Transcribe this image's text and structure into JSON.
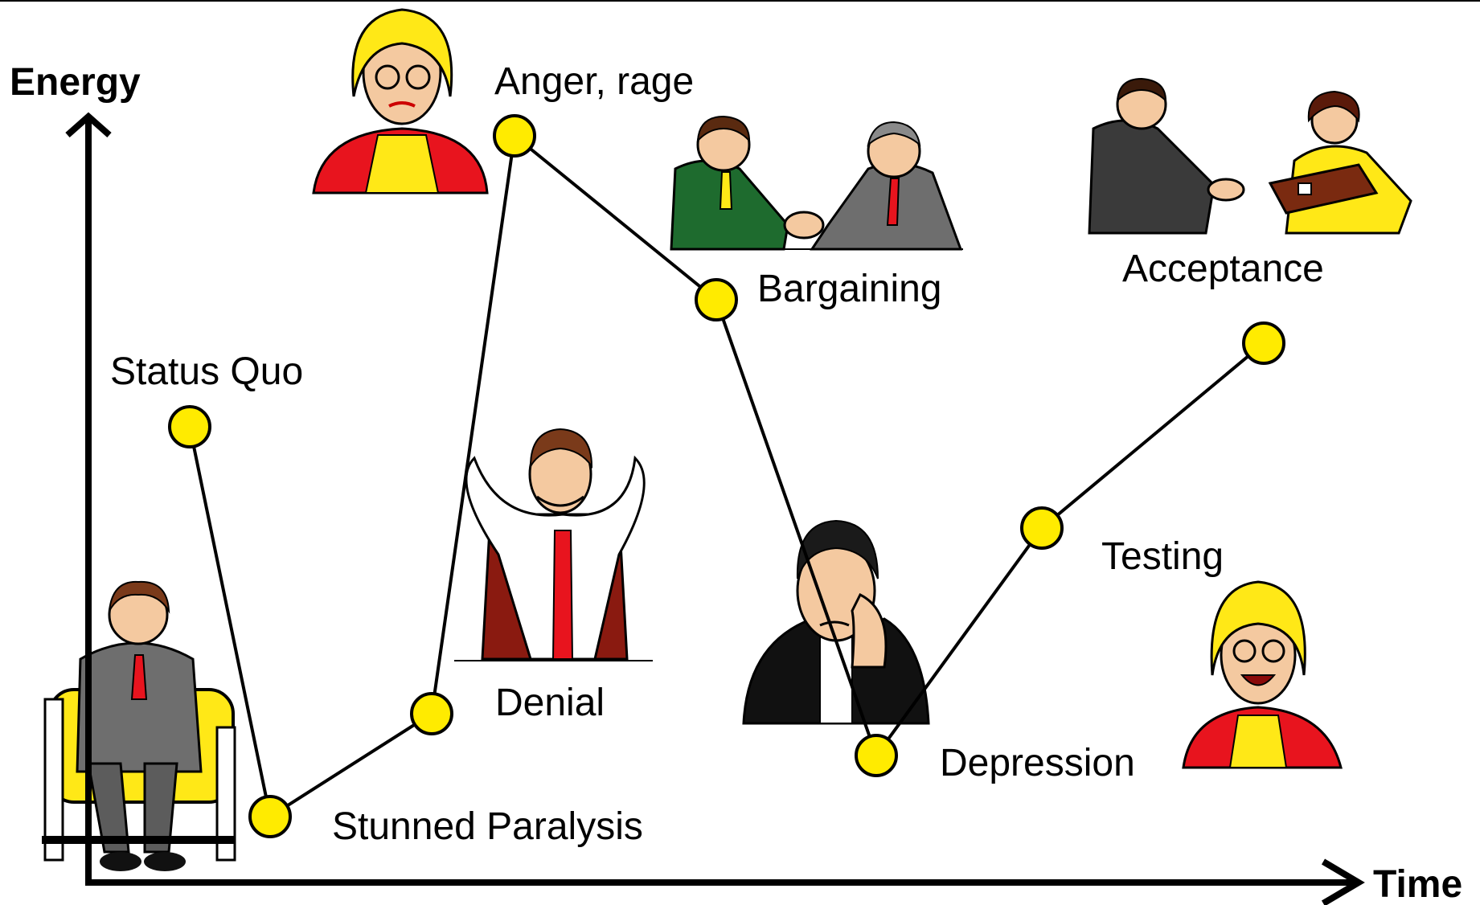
{
  "axes": {
    "y_label": "Energy",
    "x_label": "Time"
  },
  "stages": [
    {
      "id": "status-quo",
      "label": "Status Quo"
    },
    {
      "id": "stunned-paralysis",
      "label": "Stunned Paralysis"
    },
    {
      "id": "denial",
      "label": "Denial"
    },
    {
      "id": "anger",
      "label": "Anger, rage"
    },
    {
      "id": "bargaining",
      "label": "Bargaining"
    },
    {
      "id": "depression",
      "label": "Depression"
    },
    {
      "id": "testing",
      "label": "Testing"
    },
    {
      "id": "acceptance",
      "label": "Acceptance"
    }
  ],
  "figures": [
    {
      "name": "seated-man-illustration"
    },
    {
      "name": "worried-woman-illustration"
    },
    {
      "name": "relaxed-man-illustration"
    },
    {
      "name": "handshake-men-illustration"
    },
    {
      "name": "depressed-man-illustration"
    },
    {
      "name": "smiling-woman-illustration"
    },
    {
      "name": "business-handshake-illustration"
    }
  ],
  "colors": {
    "point_fill": "#FFEB00",
    "line": "#000000",
    "accent_red": "#E8141E",
    "accent_yellow": "#FFE817",
    "suit_gray": "#6E6E6E"
  }
}
